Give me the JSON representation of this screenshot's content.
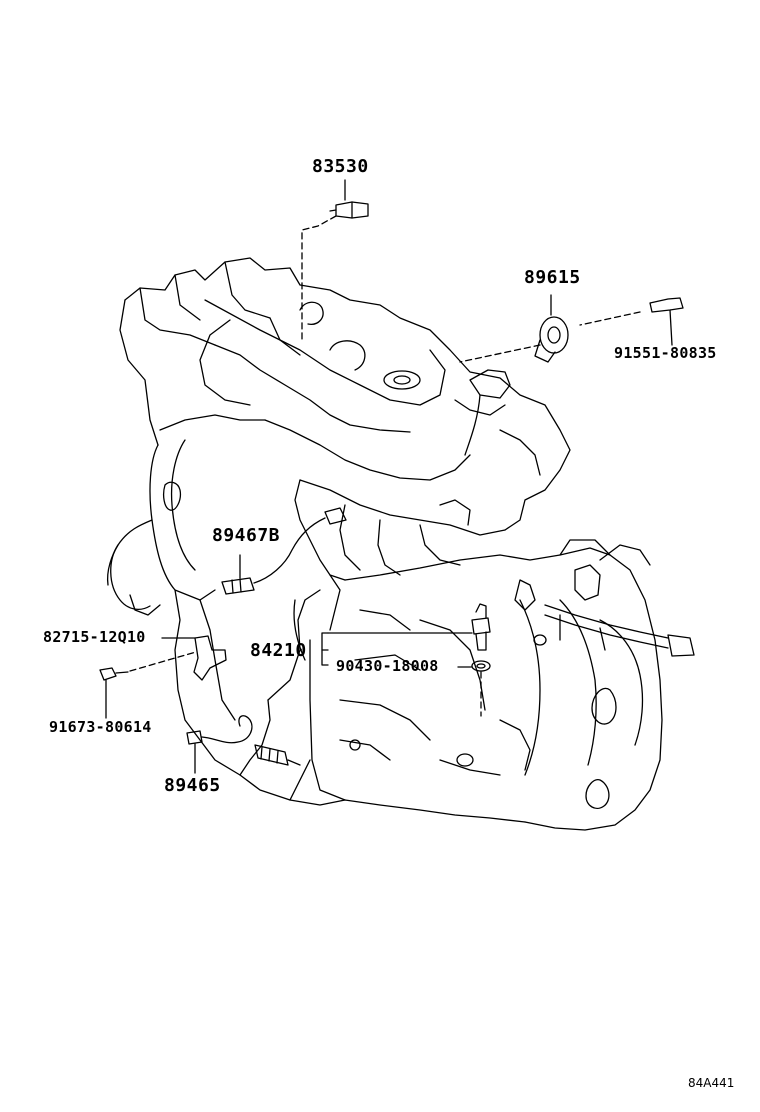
{
  "callouts": {
    "p83530": "83530",
    "p89615": "89615",
    "p91551": "91551-80835",
    "p89467b": "89467B",
    "p82715": "82715-12Q10",
    "p84210": "84210",
    "p90430": "90430-18008",
    "p91673": "91673-80614",
    "p89465": "89465"
  },
  "illustration_code": "84A441",
  "colors": {
    "ink": "#000000",
    "paper": "#ffffff"
  }
}
